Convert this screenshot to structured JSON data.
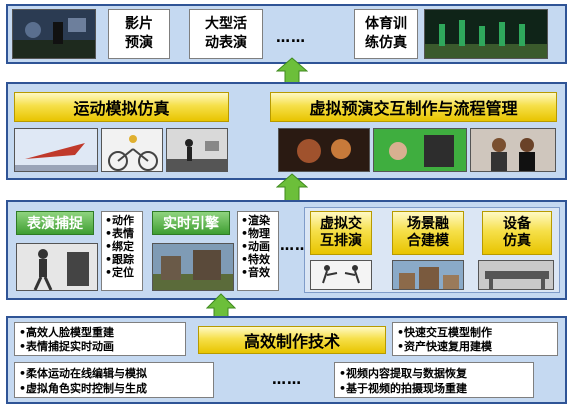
{
  "colors": {
    "tier_bg": "#c5d9f1",
    "tier_border": "#2f5496",
    "yellow_box": "#f6e04a",
    "green_box": "#4aa83c",
    "arrow": "#6cbf3a"
  },
  "top": {
    "apps": [
      "影片\n预演",
      "大型活\n动表演",
      "体育训\n练仿真"
    ],
    "dots": "……"
  },
  "level2": {
    "left_title": "运动模拟仿真",
    "right_title": "虚拟预演交互制作与流程管理"
  },
  "level3": {
    "capture_tag": "表演捕捉",
    "capture_items": [
      "•动作",
      "•表情",
      "•绑定",
      "•跟踪",
      "•定位"
    ],
    "engine_tag": "实时引擎",
    "engine_items": [
      "•渲染",
      "•物理",
      "•动画",
      "•特效",
      "•音效"
    ],
    "dots": "……",
    "yellow_titles": [
      "虚拟交\n互排演",
      "场景融\n合建模",
      "设备\n仿真"
    ]
  },
  "bottom": {
    "title": "高效制作技术",
    "top_left": [
      "•高效人脸模型重建",
      "•表情捕捉实时动画"
    ],
    "top_right": [
      "•快速交互模型制作",
      "•资产快速复用建模"
    ],
    "bottom_left": [
      "•柔体运动在线编辑与模拟",
      "•虚拟角色实时控制与生成"
    ],
    "bottom_right": [
      "•视频内容提取与数据恢复",
      "•基于视频的拍摄现场重建"
    ],
    "dots": "……"
  },
  "icons": [
    "up-arrow-icon"
  ]
}
